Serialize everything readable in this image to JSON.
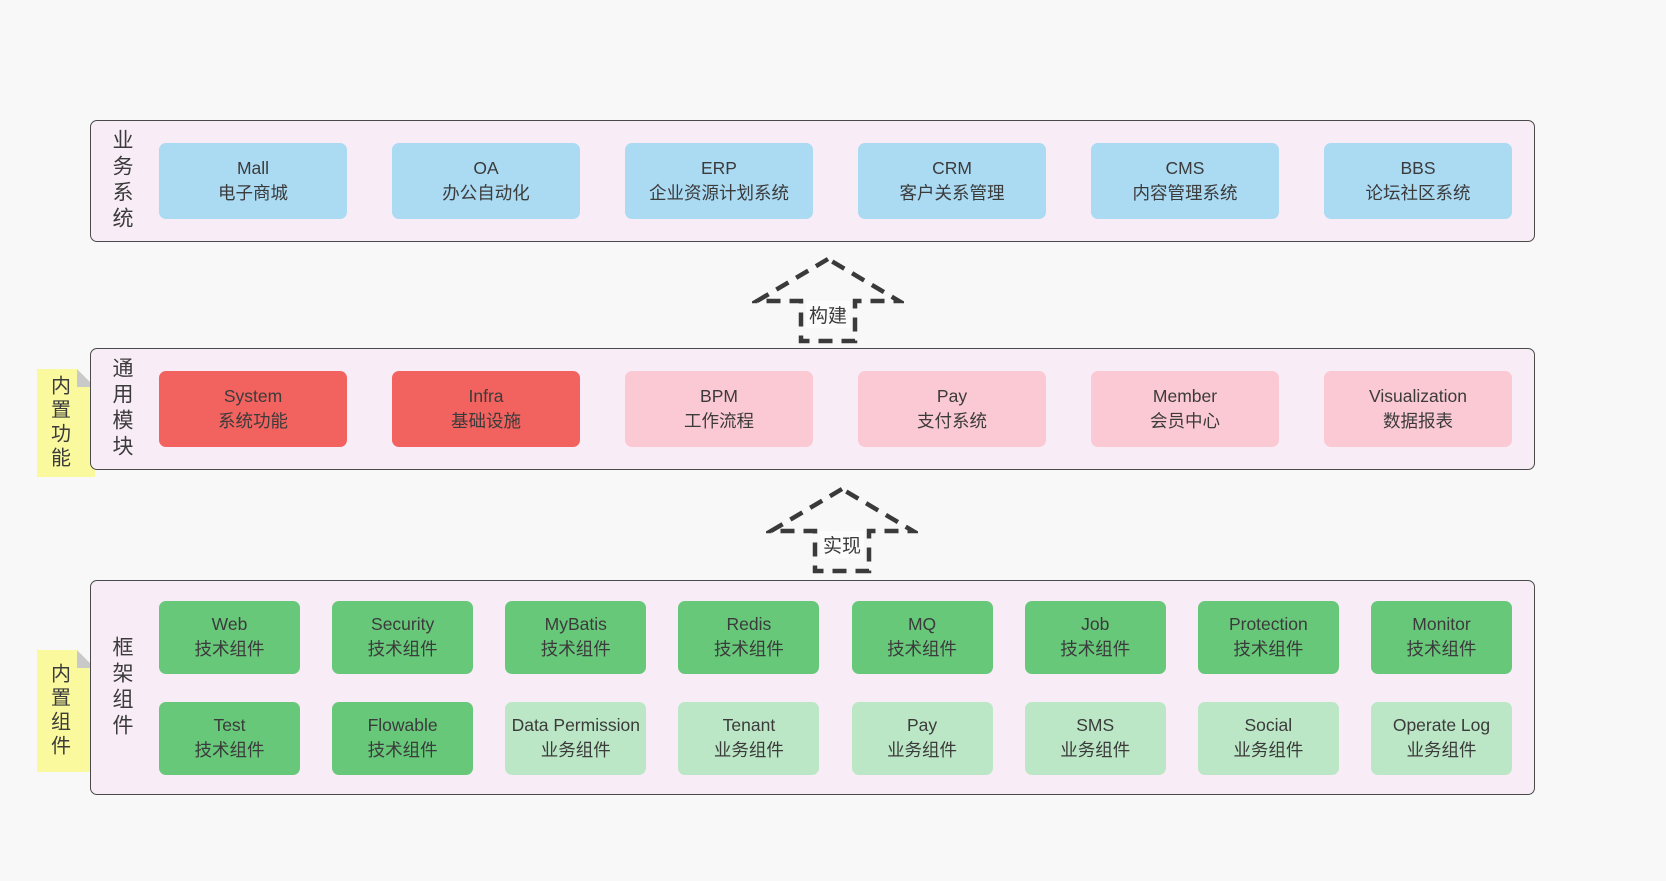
{
  "colors": {
    "page-bg": "#f8f8f8",
    "container-bg": "#f8edf6",
    "container-border": "#4a4a4a",
    "box-blue": "#abdaf3",
    "box-red": "#f2625f",
    "box-pink": "#fbc9d4",
    "box-green": "#67c87a",
    "box-lightgreen": "#bce7c6",
    "tab-yellow": "#fbf99d",
    "tab-fold": "#c9c9c9",
    "text": "#3b3b3b",
    "arrow": "#3a3a3a"
  },
  "sections": [
    {
      "label": "业务系统",
      "rows": [
        [
          {
            "title": "Mall",
            "subtitle": "电子商城",
            "variant": "blue"
          },
          {
            "title": "OA",
            "subtitle": "办公自动化",
            "variant": "blue"
          },
          {
            "title": "ERP",
            "subtitle": "企业资源计划系统",
            "variant": "blue"
          },
          {
            "title": "CRM",
            "subtitle": "客户关系管理",
            "variant": "blue"
          },
          {
            "title": "CMS",
            "subtitle": "内容管理系统",
            "variant": "blue"
          },
          {
            "title": "BBS",
            "subtitle": "论坛社区系统",
            "variant": "blue"
          }
        ]
      ]
    },
    {
      "label": "通用模块",
      "tab": "内置功能",
      "rows": [
        [
          {
            "title": "System",
            "subtitle": "系统功能",
            "variant": "red"
          },
          {
            "title": "Infra",
            "subtitle": "基础设施",
            "variant": "red"
          },
          {
            "title": "BPM",
            "subtitle": "工作流程",
            "variant": "pink"
          },
          {
            "title": "Pay",
            "subtitle": "支付系统",
            "variant": "pink"
          },
          {
            "title": "Member",
            "subtitle": "会员中心",
            "variant": "pink"
          },
          {
            "title": "Visualization",
            "subtitle": "数据报表",
            "variant": "pink"
          }
        ]
      ]
    },
    {
      "label": "框架组件",
      "tab": "内置组件",
      "rows": [
        [
          {
            "title": "Web",
            "subtitle": "技术组件",
            "variant": "green"
          },
          {
            "title": "Security",
            "subtitle": "技术组件",
            "variant": "green"
          },
          {
            "title": "MyBatis",
            "subtitle": "技术组件",
            "variant": "green"
          },
          {
            "title": "Redis",
            "subtitle": "技术组件",
            "variant": "green"
          },
          {
            "title": "MQ",
            "subtitle": "技术组件",
            "variant": "green"
          },
          {
            "title": "Job",
            "subtitle": "技术组件",
            "variant": "green"
          },
          {
            "title": "Protection",
            "subtitle": "技术组件",
            "variant": "green"
          },
          {
            "title": "Monitor",
            "subtitle": "技术组件",
            "variant": "green"
          }
        ],
        [
          {
            "title": "Test",
            "subtitle": "技术组件",
            "variant": "green"
          },
          {
            "title": "Flowable",
            "subtitle": "技术组件",
            "variant": "green"
          },
          {
            "title": "Data Permission",
            "subtitle": "业务组件",
            "variant": "lightgreen"
          },
          {
            "title": "Tenant",
            "subtitle": "业务组件",
            "variant": "lightgreen"
          },
          {
            "title": "Pay",
            "subtitle": "业务组件",
            "variant": "lightgreen"
          },
          {
            "title": "SMS",
            "subtitle": "业务组件",
            "variant": "lightgreen"
          },
          {
            "title": "Social",
            "subtitle": "业务组件",
            "variant": "lightgreen"
          },
          {
            "title": "Operate Log",
            "subtitle": "业务组件",
            "variant": "lightgreen"
          }
        ]
      ]
    }
  ],
  "arrows": [
    {
      "label": "构建"
    },
    {
      "label": "实现"
    }
  ]
}
